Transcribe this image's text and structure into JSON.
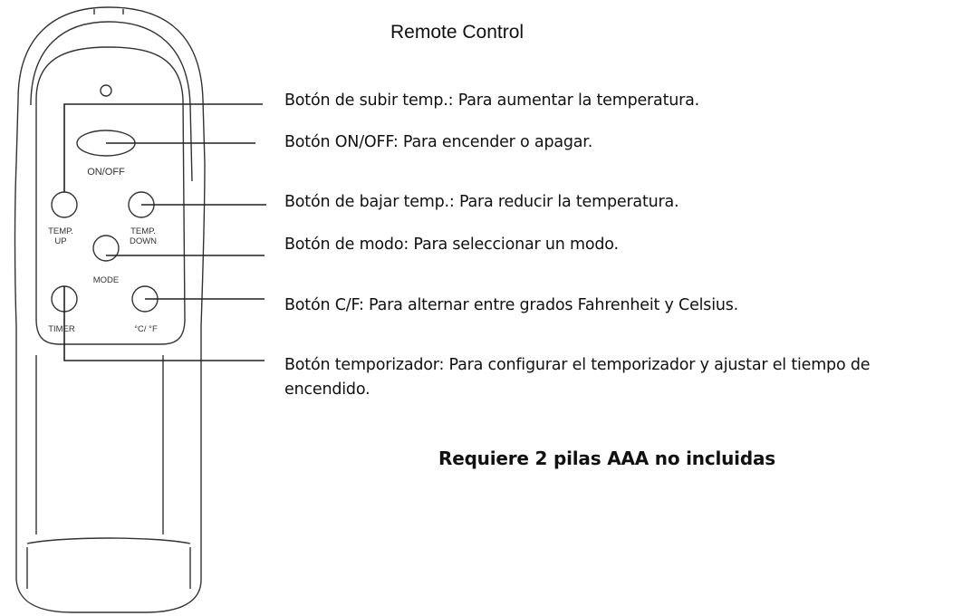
{
  "title": "Remote Control",
  "remote_labels": {
    "on_off": "ON/OFF",
    "temp_up_1": "TEMP.",
    "temp_up_2": "UP",
    "temp_down_1": "TEMP.",
    "temp_down_2": "DOWN",
    "mode": "MODE",
    "timer": "TIMER",
    "cf": "°C/ °F"
  },
  "callouts": {
    "temp_up": "Botón de subir temp.: Para aumentar la temperatura.",
    "on_off": "Botón ON/OFF: Para encender o apagar.",
    "temp_down": "Botón de bajar temp.: Para reducir la temperatura.",
    "mode": "Botón de modo:  Para seleccionar un modo.",
    "cf": "Botón C/F:  Para alternar entre grados Fahrenheit y Celsius.",
    "timer_line1": "Botón temporizador: Para configurar el temporizador y ajustar el tiempo de",
    "timer_line2": "encendido."
  },
  "note": "Requiere 2 pilas AAA no incluidas"
}
